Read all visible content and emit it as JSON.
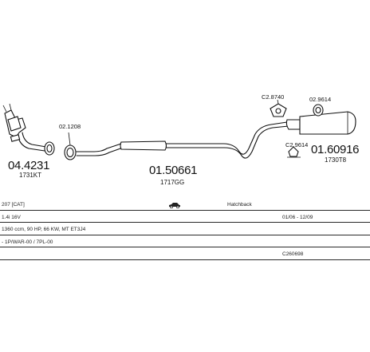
{
  "parts": {
    "catalyst": {
      "code": "04.4231",
      "ref": "1731KT"
    },
    "gasket_front": {
      "code": "02.1208"
    },
    "middle_silencer": {
      "code": "01.50661",
      "ref": "1717GG"
    },
    "rear_mount": {
      "code": "C2.8740"
    },
    "rear_ring": {
      "code": "02.9614"
    },
    "rear_clamp": {
      "code": "C2.9614"
    },
    "rear_silencer": {
      "code": "01.60916",
      "ref": "1730T8"
    }
  },
  "info": {
    "rows": [
      {
        "a": "207 [CAT]",
        "b": "Hatchback",
        "c": ""
      },
      {
        "a": "1.4i 16V",
        "b": "",
        "c": "01/06 - 12/09"
      },
      {
        "a": "1360 ccm, 90 HP, 66 KW, MT ET3J4",
        "b": "",
        "c": ""
      },
      {
        "a": "- 1P/WAR-00 / 7PL-00",
        "b": "",
        "c": ""
      },
      {
        "a": "",
        "b": "",
        "c": "C260698"
      }
    ]
  },
  "colors": {
    "ink": "#111111",
    "rule": "#2a2a2a",
    "background": "#ffffff"
  },
  "icons": {
    "vehicle": "hatchback-car-icon"
  }
}
